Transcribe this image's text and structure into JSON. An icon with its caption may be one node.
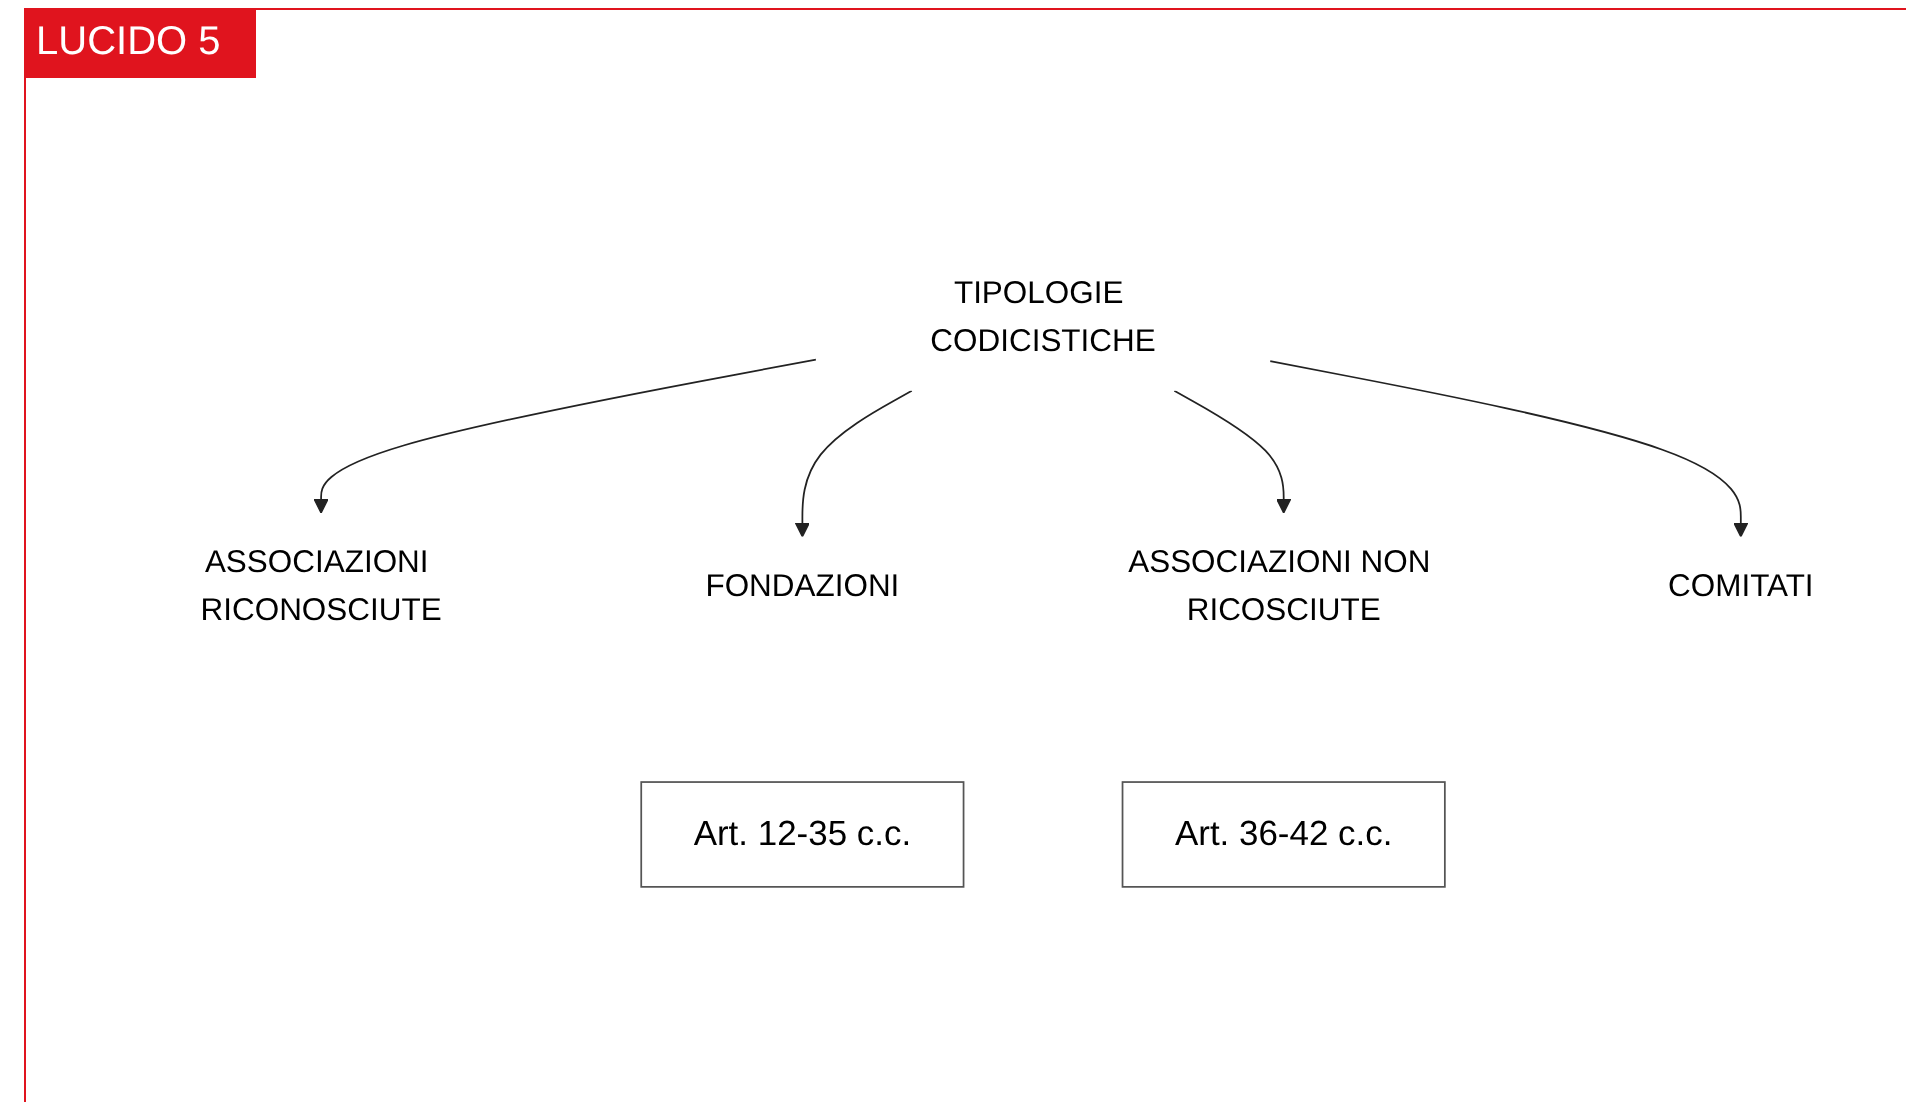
{
  "diagram": {
    "nodes": [
      {
        "text": [
          "TIPOLOGIE CODICISTICHE"
        ]
      },
      {
        "text": [
          "ASSOCIAZIONI RICONOSCIUTE"
        ]
      },
      {
        "text": [
          "FONDAZIONI"
        ]
      },
      {
        "text": [
          "ASSOCIAZIONI NON RICOSCIUTE"
        ]
      },
      {
        "text": [
          "COMITATI"
        ]
      },
      {
        "text": [
          "Art. 12-35 c.c."
        ]
      },
      {
        "text": [
          "Art. 36-42 c.c."
        ]
      }
    ],
    "edges": [
      {
        "from": 0,
        "to": 1,
        "arrow": "to"
      },
      {
        "from": 0,
        "to": 2,
        "arrow": "to"
      },
      {
        "from": 0,
        "to": 3,
        "arrow": "to"
      },
      {
        "from": 0,
        "to": 4,
        "arrow": "to"
      }
    ],
    "labels": [
      "LUCIDO 5"
    ]
  }
}
